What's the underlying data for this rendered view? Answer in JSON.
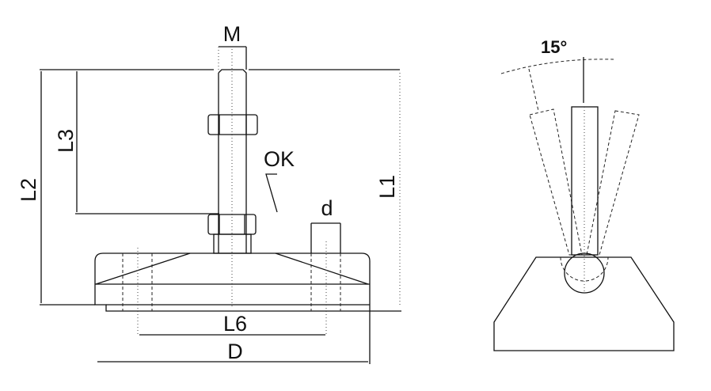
{
  "labels": {
    "M": "M",
    "L1": "L1",
    "L2": "L2",
    "L3": "L3",
    "L6": "L6",
    "D": "D",
    "d": "d",
    "OK": "OK",
    "angle": "15°"
  }
}
